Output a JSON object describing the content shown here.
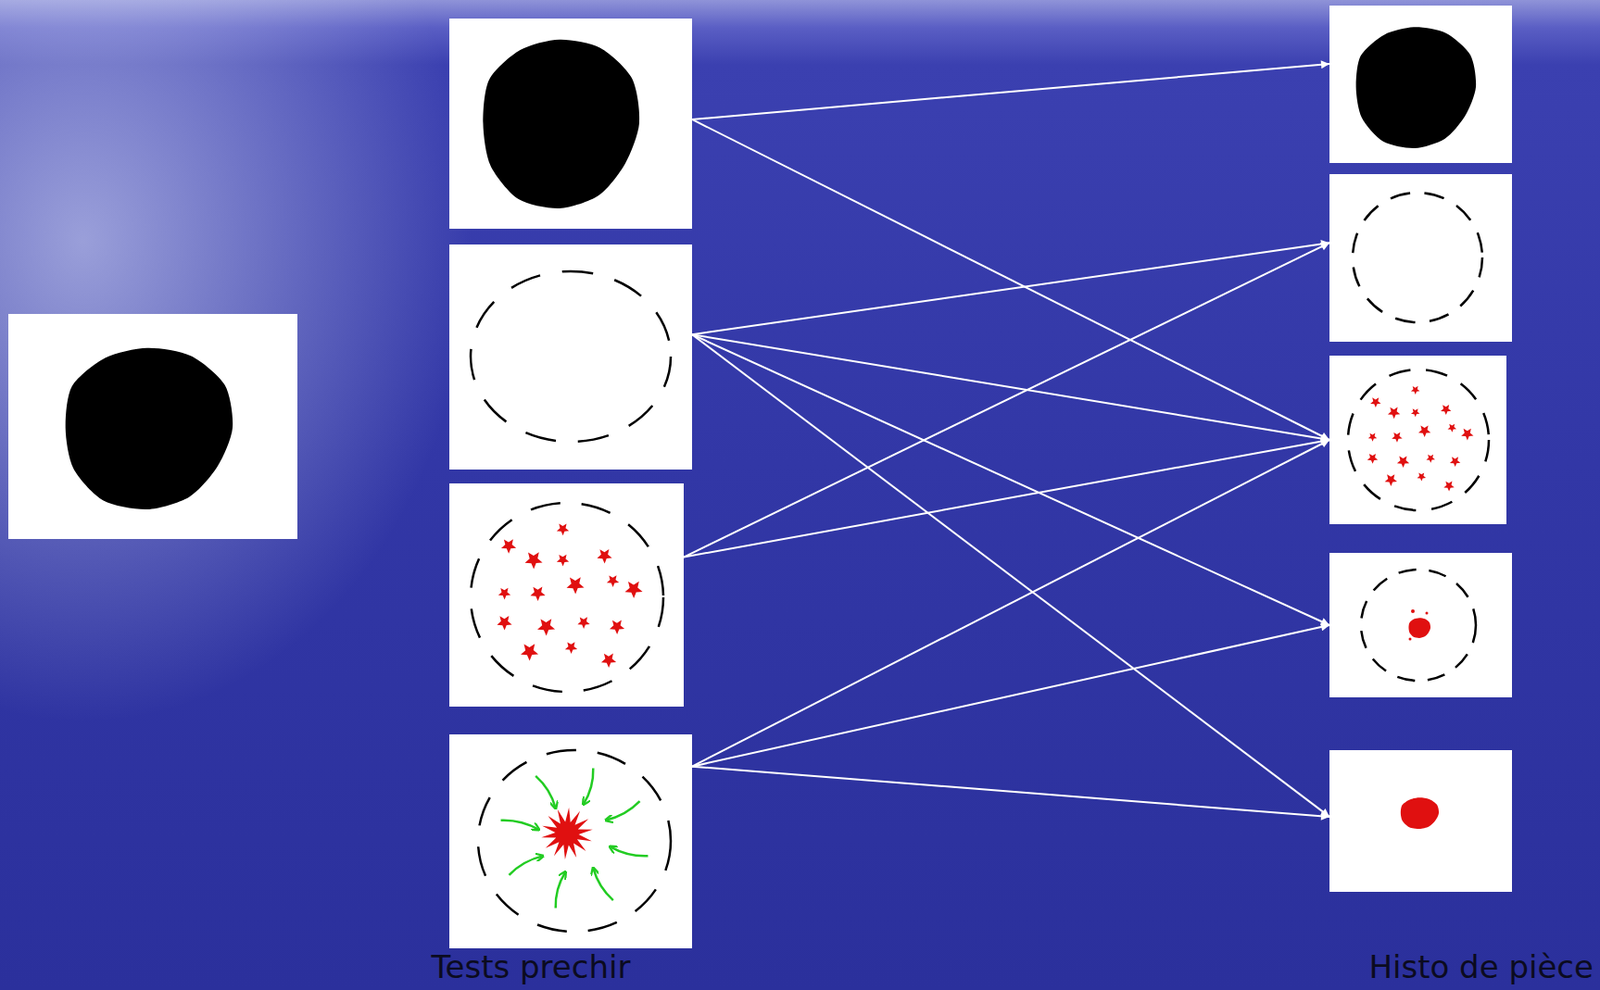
{
  "diagram": {
    "nodes": [
      {
        "text": []
      },
      {
        "text": []
      },
      {
        "text": []
      },
      {
        "text": []
      },
      {
        "text": []
      },
      {
        "text": []
      },
      {
        "text": []
      },
      {
        "text": []
      },
      {
        "text": []
      },
      {
        "text": []
      }
    ],
    "edges": [
      {
        "from": 1,
        "to": 5,
        "arrow": "to"
      },
      {
        "from": 1,
        "to": 7,
        "arrow": "to"
      },
      {
        "from": 2,
        "to": 6,
        "arrow": "to"
      },
      {
        "from": 2,
        "to": 7,
        "arrow": "to"
      },
      {
        "from": 2,
        "to": 8,
        "arrow": "to"
      },
      {
        "from": 2,
        "to": 9,
        "arrow": "to"
      },
      {
        "from": 3,
        "to": 6,
        "arrow": "to"
      },
      {
        "from": 3,
        "to": 7,
        "arrow": "to"
      },
      {
        "from": 4,
        "to": 7,
        "arrow": "to"
      },
      {
        "from": 4,
        "to": 8,
        "arrow": "to"
      },
      {
        "from": 4,
        "to": 9,
        "arrow": "to"
      }
    ],
    "labels": [
      "Tests prechir",
      "Histo de pièce"
    ]
  }
}
